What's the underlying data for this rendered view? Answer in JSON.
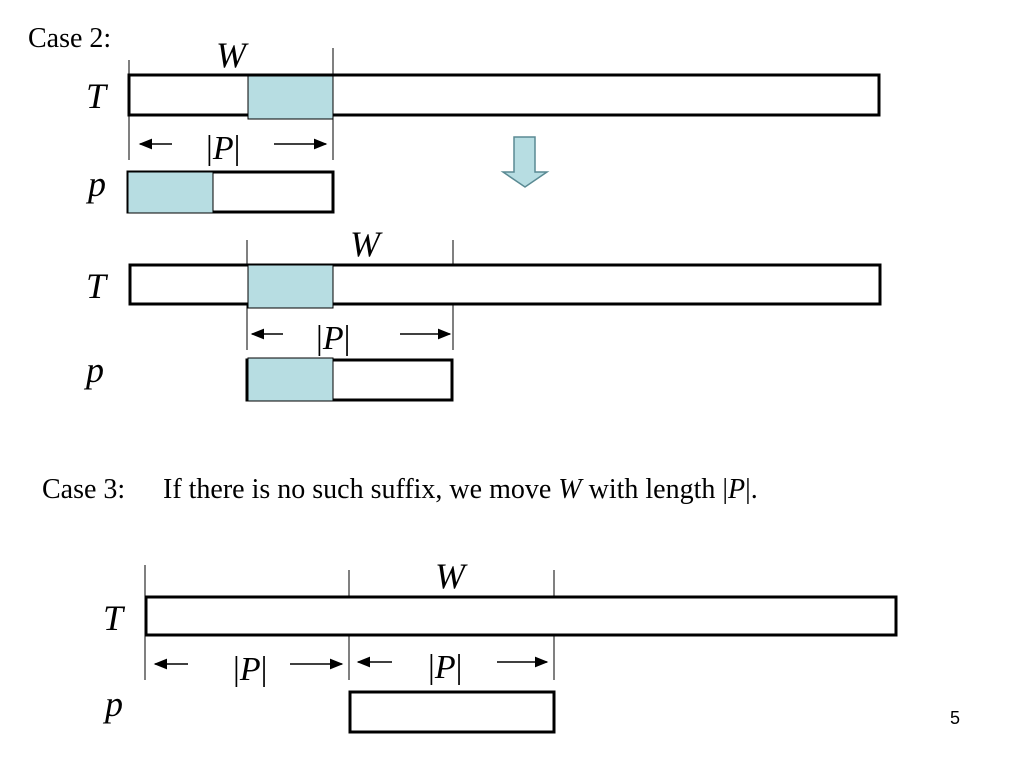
{
  "slide": {
    "case2_label": "Case 2:",
    "case3_label": "Case 3:",
    "case3_text_before": "If there is no such suffix, we move ",
    "case3_text_w": "W",
    "case3_text_middle": " with length |",
    "case3_text_p": "P",
    "case3_text_end": "|.",
    "page_number": "5"
  },
  "labels": {
    "T": "T",
    "p": "p",
    "W": "W",
    "bar_open": "|",
    "P": "P",
    "bar_close": "|"
  },
  "colors": {
    "highlight": "#b7dde2",
    "stroke": "#000000",
    "down_arrow": "#b7dde2"
  }
}
